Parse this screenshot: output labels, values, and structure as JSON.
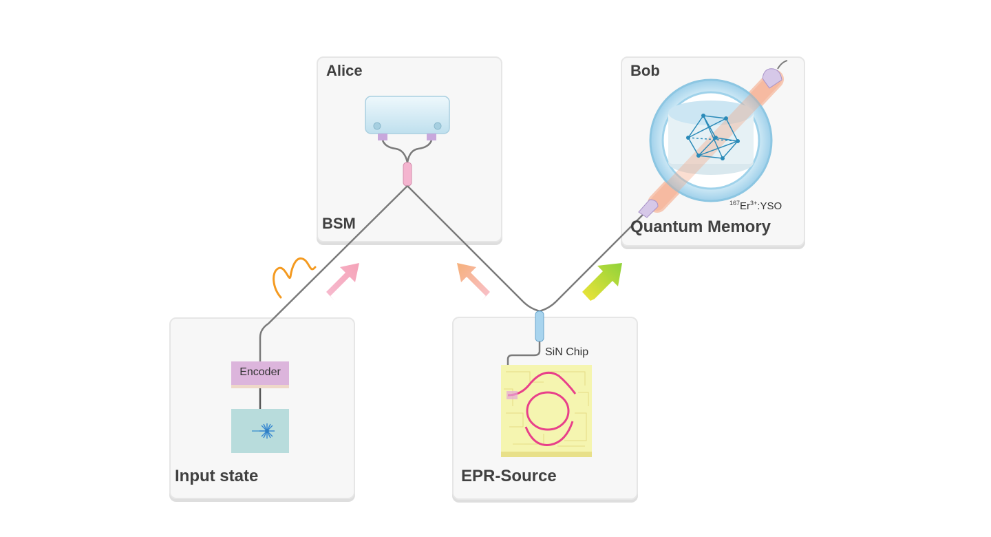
{
  "panels": {
    "alice": {
      "title": "Alice",
      "sublabel": "BSM"
    },
    "bob": {
      "title": "Bob",
      "material_prefix": "167",
      "material_element": "Er",
      "material_charge": "3+",
      "material_host": ":YSO",
      "sublabel": "Quantum Memory"
    },
    "input": {
      "encoder_label": "Encoder",
      "title": "Input state"
    },
    "epr": {
      "chip_label": "SiN Chip",
      "title": "EPR-Source"
    }
  },
  "icons": [
    "detector-icon",
    "wave-photon-icon",
    "laser-icon",
    "crystal-lattice-icon",
    "flow-arrow-icon"
  ],
  "colors": {
    "fiber": "#7a7a7a",
    "encoder": "#dcb5dc",
    "laser_box": "#b8dcdc",
    "chip": "#f5f5b0",
    "ring": "#e8408a",
    "memory": "#a8d6ec",
    "arrow_pink": "#f4a6bc",
    "arrow_orange": "#f7b985",
    "arrow_green": "#c8e22a"
  }
}
